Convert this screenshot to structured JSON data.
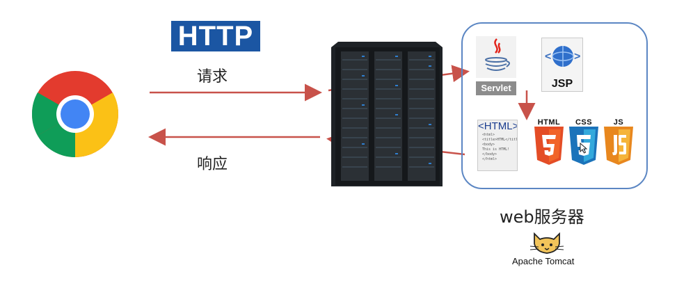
{
  "protocol": {
    "badge": "HTTP",
    "request": "请求",
    "response": "响应"
  },
  "server": {
    "title": "web服务器",
    "tomcat": "Apache Tomcat",
    "components": {
      "servlet": "Servlet",
      "jsp": "JSP",
      "html_doc": "<HTML>",
      "html5": "HTML",
      "css3": "CSS",
      "js": "JS"
    },
    "html_doc_lines": [
      "<html>",
      "<title>HTML</title>",
      "<body>",
      "This is HTML!",
      "</body>",
      "</html>"
    ]
  },
  "colors": {
    "arrow": "#c8524a",
    "box_border": "#5b86c3",
    "badge_bg": "#1b56a3",
    "html5": "#e44d26",
    "css3": "#1b73ba",
    "js": "#f0a02c"
  }
}
